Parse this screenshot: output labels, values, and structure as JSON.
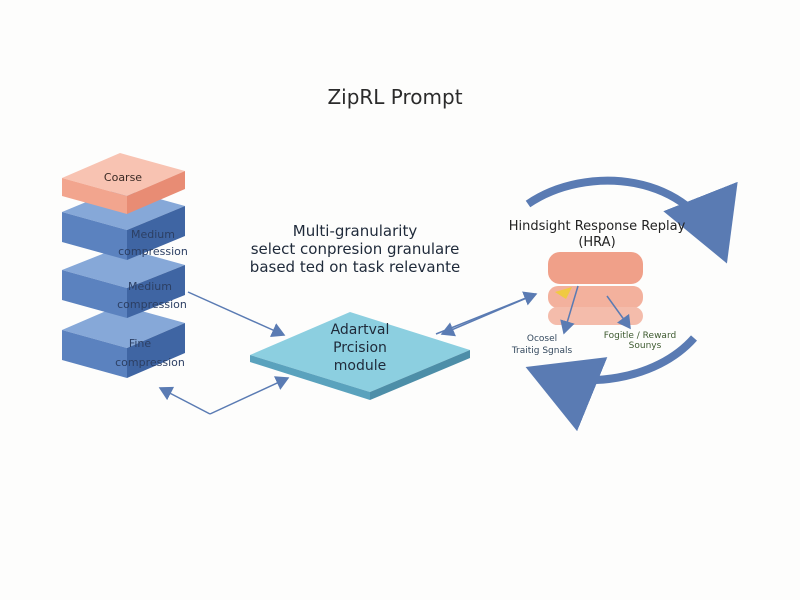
{
  "title": "ZipRL Prompt",
  "stack": {
    "coarse": "Coarse",
    "medium_top_1": "Medium",
    "medium_top_2": "compression",
    "medium_mid_1": "Medium",
    "medium_mid_2": "compression",
    "fine_1": "Fine",
    "fine_2": "compression"
  },
  "center_text": {
    "line1": "Multi-granularity",
    "line2": "select conpresion granulare",
    "line3": "based ted on task relevante"
  },
  "module": {
    "line1": "Adartval",
    "line2": "Prcision",
    "line3": "module"
  },
  "hrr": {
    "line1": "Hindsight Response Replay",
    "line2": "(HRA)",
    "left_1": "Ocosel",
    "left_2": "Traitig Sgnals",
    "right_1": "Fogitle / Reward",
    "right_2": "Sounys"
  },
  "colors": {
    "blue_face": "#5b82bf",
    "blue_top": "#86a8d8",
    "blue_side": "#3f65a3",
    "coarse_face": "#f2a58e",
    "coarse_top": "#f8c3b2",
    "module_face": "#8ccfe0",
    "module_side": "#5aa2bd",
    "arrow": "#5a7bb3"
  }
}
